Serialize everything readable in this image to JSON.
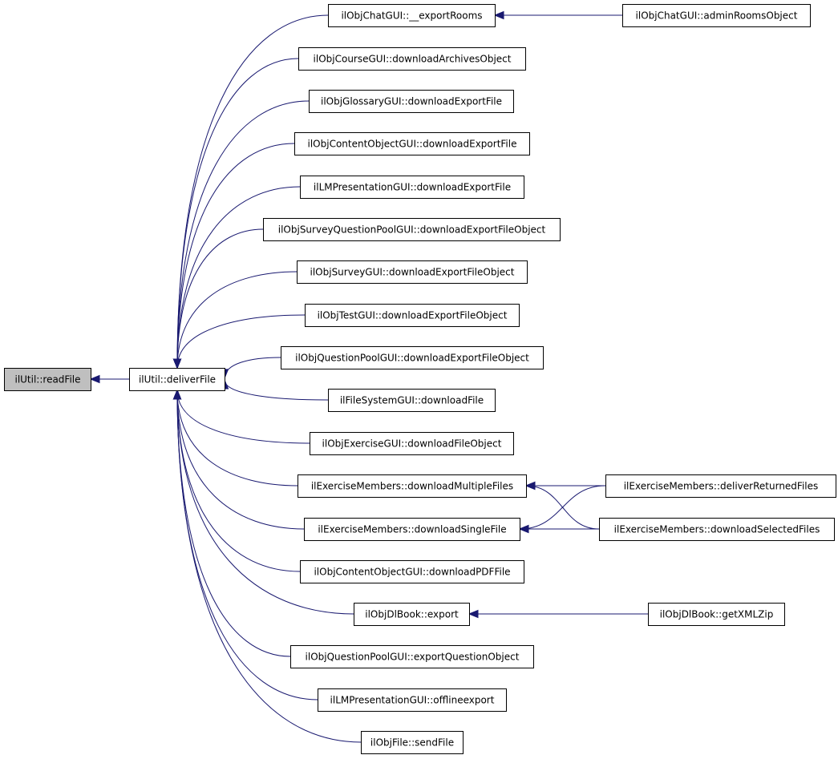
{
  "graph": {
    "colors": {
      "edge": "#191970",
      "node_fill": "#ffffff",
      "highlight_fill": "#bfbfbf",
      "border": "#000000"
    },
    "nodes": [
      {
        "id": "readFile",
        "label": "ilUtil::readFile",
        "highlight": true
      },
      {
        "id": "deliverFile",
        "label": "ilUtil::deliverFile"
      },
      {
        "id": "chatExportRooms",
        "label": "ilObjChatGUI::__exportRooms"
      },
      {
        "id": "chatAdminRooms",
        "label": "ilObjChatGUI::adminRoomsObject"
      },
      {
        "id": "courseDownloadArchives",
        "label": "ilObjCourseGUI::downloadArchivesObject"
      },
      {
        "id": "glossaryDownloadExport",
        "label": "ilObjGlossaryGUI::downloadExportFile"
      },
      {
        "id": "contentObjDownloadExport",
        "label": "ilObjContentObjectGUI::downloadExportFile"
      },
      {
        "id": "lmPresDownloadExport",
        "label": "ilLMPresentationGUI::downloadExportFile"
      },
      {
        "id": "surveyQPDownloadExport",
        "label": "ilObjSurveyQuestionPoolGUI::downloadExportFileObject"
      },
      {
        "id": "surveyDownloadExport",
        "label": "ilObjSurveyGUI::downloadExportFileObject"
      },
      {
        "id": "testDownloadExport",
        "label": "ilObjTestGUI::downloadExportFileObject"
      },
      {
        "id": "questionPoolDownloadExport",
        "label": "ilObjQuestionPoolGUI::downloadExportFileObject"
      },
      {
        "id": "fileSystemDownload",
        "label": "ilFileSystemGUI::downloadFile"
      },
      {
        "id": "exerciseDownloadFile",
        "label": "ilObjExerciseGUI::downloadFileObject"
      },
      {
        "id": "exMembersDownloadMultiple",
        "label": "ilExerciseMembers::downloadMultipleFiles"
      },
      {
        "id": "exMembersDeliverReturned",
        "label": "ilExerciseMembers::deliverReturnedFiles"
      },
      {
        "id": "exMembersDownloadSingle",
        "label": "ilExerciseMembers::downloadSingleFile"
      },
      {
        "id": "exMembersDownloadSelected",
        "label": "ilExerciseMembers::downloadSelectedFiles"
      },
      {
        "id": "contentObjDownloadPDF",
        "label": "ilObjContentObjectGUI::downloadPDFFile"
      },
      {
        "id": "dlBookExport",
        "label": "ilObjDlBook::export"
      },
      {
        "id": "dlBookGetXMLZip",
        "label": "ilObjDlBook::getXMLZip"
      },
      {
        "id": "questionPoolExportQuestion",
        "label": "ilObjQuestionPoolGUI::exportQuestionObject"
      },
      {
        "id": "lmPresOfflineExport",
        "label": "ilLMPresentationGUI::offlineexport"
      },
      {
        "id": "objFileSendFile",
        "label": "ilObjFile::sendFile"
      }
    ],
    "edges": [
      {
        "from": "deliverFile",
        "to": "readFile"
      },
      {
        "from": "chatExportRooms",
        "to": "deliverFile"
      },
      {
        "from": "courseDownloadArchives",
        "to": "deliverFile"
      },
      {
        "from": "glossaryDownloadExport",
        "to": "deliverFile"
      },
      {
        "from": "contentObjDownloadExport",
        "to": "deliverFile"
      },
      {
        "from": "lmPresDownloadExport",
        "to": "deliverFile"
      },
      {
        "from": "surveyQPDownloadExport",
        "to": "deliverFile"
      },
      {
        "from": "surveyDownloadExport",
        "to": "deliverFile"
      },
      {
        "from": "testDownloadExport",
        "to": "deliverFile"
      },
      {
        "from": "questionPoolDownloadExport",
        "to": "deliverFile"
      },
      {
        "from": "fileSystemDownload",
        "to": "deliverFile"
      },
      {
        "from": "exerciseDownloadFile",
        "to": "deliverFile"
      },
      {
        "from": "exMembersDownloadMultiple",
        "to": "deliverFile"
      },
      {
        "from": "exMembersDownloadSingle",
        "to": "deliverFile"
      },
      {
        "from": "contentObjDownloadPDF",
        "to": "deliverFile"
      },
      {
        "from": "dlBookExport",
        "to": "deliverFile"
      },
      {
        "from": "questionPoolExportQuestion",
        "to": "deliverFile"
      },
      {
        "from": "lmPresOfflineExport",
        "to": "deliverFile"
      },
      {
        "from": "objFileSendFile",
        "to": "deliverFile"
      },
      {
        "from": "chatAdminRooms",
        "to": "chatExportRooms"
      },
      {
        "from": "exMembersDeliverReturned",
        "to": "exMembersDownloadMultiple"
      },
      {
        "from": "exMembersDownloadSelected",
        "to": "exMembersDownloadMultiple"
      },
      {
        "from": "exMembersDeliverReturned",
        "to": "exMembersDownloadSingle"
      },
      {
        "from": "exMembersDownloadSelected",
        "to": "exMembersDownloadSingle"
      },
      {
        "from": "dlBookGetXMLZip",
        "to": "dlBookExport"
      }
    ]
  }
}
